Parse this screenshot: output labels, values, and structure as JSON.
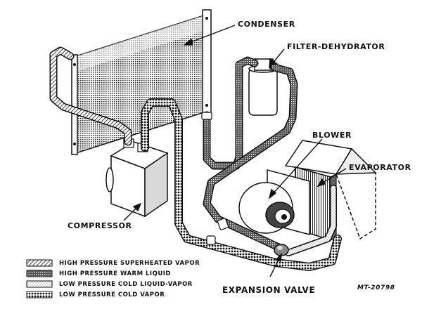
{
  "labels": {
    "condenser": "CONDENSER",
    "filter_dehydrator": "FILTER-DEHYDRATOR",
    "blower": "BLOWER",
    "evaporator": "EVAPORATOR",
    "compressor": "COMPRESSOR",
    "expansion_valve": "EXPANSION VALVE"
  },
  "figure_id": "MT-20798",
  "legend": [
    {
      "text": "HIGH PRESSURE SUPERHEATED VAPOR",
      "pattern": "diagonal-hatch"
    },
    {
      "text": "HIGH PRESSURE WARM LIQUID",
      "pattern": "dense-crosshatch"
    },
    {
      "text": "LOW PRESSURE COLD LIQUID-VAPOR",
      "pattern": "light-stipple"
    },
    {
      "text": "LOW PRESSURE COLD VAPOR",
      "pattern": "dark-dots"
    }
  ],
  "colors": {
    "ink": "#111111",
    "paper": "#ffffff"
  }
}
